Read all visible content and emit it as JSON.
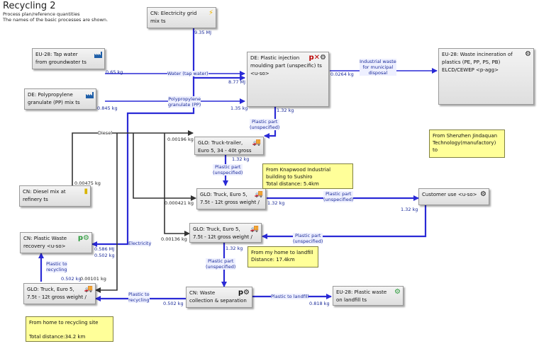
{
  "header": {
    "title": "Recycling 2",
    "subtitle_1": "Process plan/reference quantities",
    "subtitle_2": "The names of the basic processes are shown."
  },
  "processes": {
    "cn_electricity": "CN: Electricity grid\nmix ts",
    "eu_tap_water": "EU-28: Tap water\nfrom groundwater ts",
    "de_pp_granulate": "DE: Polypropylene\ngranulate (PP) mix ts",
    "de_injection": "DE: Plastic injection\nmoulding part (unspecific) ts\n<u-so>",
    "eu_incineration": "EU-28: Waste incineration of\nplastics (PE, PP, PS, PB)\nELCD/CEWEP <p-agg>",
    "glo_truck_trailer": "GLO: Truck-trailer,\nEuro 5, 34 - 40t gross",
    "cn_diesel": "CN: Diesel mix at\nrefinery ts",
    "glo_truck_1": "GLO: Truck, Euro 5,\n7.5t - 12t gross weight /",
    "customer_use": "Customer use <u-so>",
    "glo_truck_2": "GLO: Truck, Euro 5,\n7.5t - 12t gross weight /",
    "cn_plastic_recovery": "CN: Plastic Waste\nrecovery <u-so>",
    "glo_truck_3": "GLO: Truck, Euro 5,\n7.5t - 12t gross weight /",
    "cn_waste_collection": "CN: Waste\ncollection & separation",
    "eu_landfill": "EU-28: Plastic waste\non landfill ts"
  },
  "notes": {
    "shenzhen": "From Shenzhen Jindaquan\nTechnology(manufactory)\nto",
    "knapwood": "From Knapwood Industrial\nbuilding to Sushiro\nTotal distance: 5.4km",
    "home_landfill": "From my home to landfill\nDistance: 17.4km",
    "home_recycling": "From home to recycling site\n\nTotal distance:34.2 km"
  },
  "flow_labels": {
    "water": "Water (tap water)",
    "pp": "Polypropylene\ngranulate (PP)",
    "industrial_waste": "Industrial waste\nfor municipal\ndisposal",
    "diesel": "Diesel",
    "plastic_part_1": "Plastic part\n(unspecified)",
    "plastic_part_2": "Plastic part\n(unspecified)",
    "plastic_part_3": "Plastic part\n(unspecified)",
    "plastic_part_4": "Plastic part\n(unspecified)",
    "plastic_part_5": "Plastic part\n(unspecified)",
    "electricity": "Electricity",
    "plastic_to_recycling_1": "Plastic to\nrecycling",
    "plastic_to_recycling_2": "Plastic to\nrecycling",
    "plastic_to_landfill": "Plastic to landfill"
  },
  "amounts": {
    "a_9_35": "9.35 MJ",
    "a_0_65": "0.65 kg",
    "a_8_77": "8.77 MJ",
    "a_0_0264": "0.0264 kg",
    "a_0_845": "0.845 kg",
    "a_1_35": "1.35 kg",
    "a_1_32_inj": "1.32 kg",
    "a_0_00196": "0.00196 kg",
    "a_1_32_tt": "1.32 kg",
    "a_0_00475": "0.00475 kg",
    "a_0_000421": "0.000421 kg",
    "a_1_32_t1": "1.32 kg",
    "a_1_32_cu": "1.32 kg",
    "a_0_00136": "0.00136 kg",
    "a_1_32_t2": "1.32 kg",
    "a_0_586": "0.586 MJ",
    "a_0_502_r": "0.502 kg",
    "a_0_502_l": "0.502 kg",
    "a_0_00101": "0.00101 kg",
    "a_0_502_b": "0.502 kg",
    "a_0_818": "0.818 kg"
  },
  "colors": {
    "flow_blue": "#2a2ad6",
    "flow_gray": "#333333",
    "process_bg": "#e4e4e4",
    "note_bg": "#ffff99",
    "label_blue": "#1a2a99"
  },
  "icons": {
    "electricity": "lightning-icon",
    "factory": "factory-icon",
    "truck": "truck-icon",
    "fuel": "fuel-pump-icon",
    "process_type": "process-type-icon"
  }
}
